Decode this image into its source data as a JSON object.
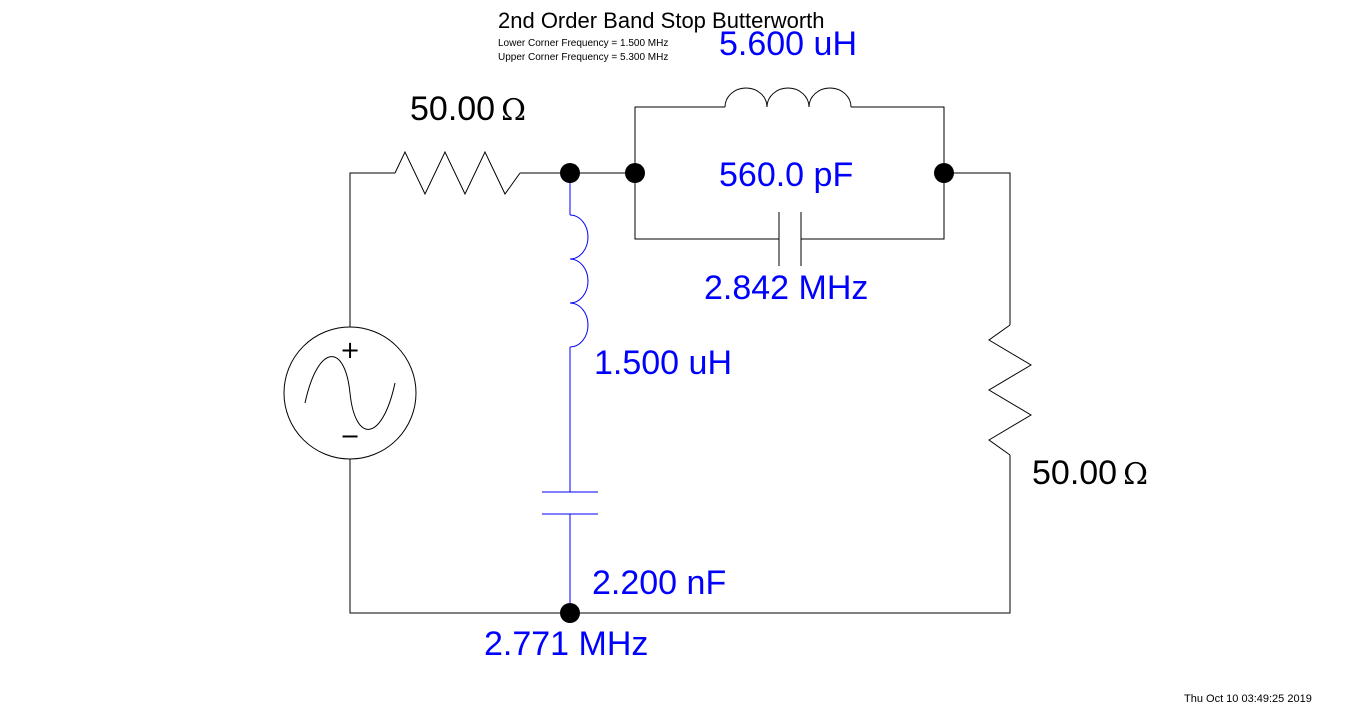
{
  "title": "2nd Order Band Stop Butterworth",
  "specs": {
    "lower": "Lower Corner Frequency = 1.500 MHz",
    "upper": "Upper Corner Frequency = 5.300 MHz"
  },
  "components": {
    "source_resistor": {
      "value": "50.00",
      "unit": "Ω"
    },
    "load_resistor": {
      "value": "50.00",
      "unit": "Ω"
    },
    "series_inductor": {
      "value": "5.600 uH"
    },
    "series_capacitor": {
      "value": "560.0 pF"
    },
    "series_resonance": {
      "value": "2.842 MHz"
    },
    "shunt_inductor": {
      "value": "1.500 uH"
    },
    "shunt_capacitor": {
      "value": "2.200 nF"
    },
    "shunt_resonance": {
      "value": "2.771 MHz"
    }
  },
  "source_polarity": {
    "plus": "+",
    "minus": "−"
  },
  "timestamp": "Thu Oct 10 03:49:25 2019",
  "colors": {
    "wire": "#000000",
    "shunt_branch": "#0000ff",
    "value_text": "#0000ff"
  }
}
